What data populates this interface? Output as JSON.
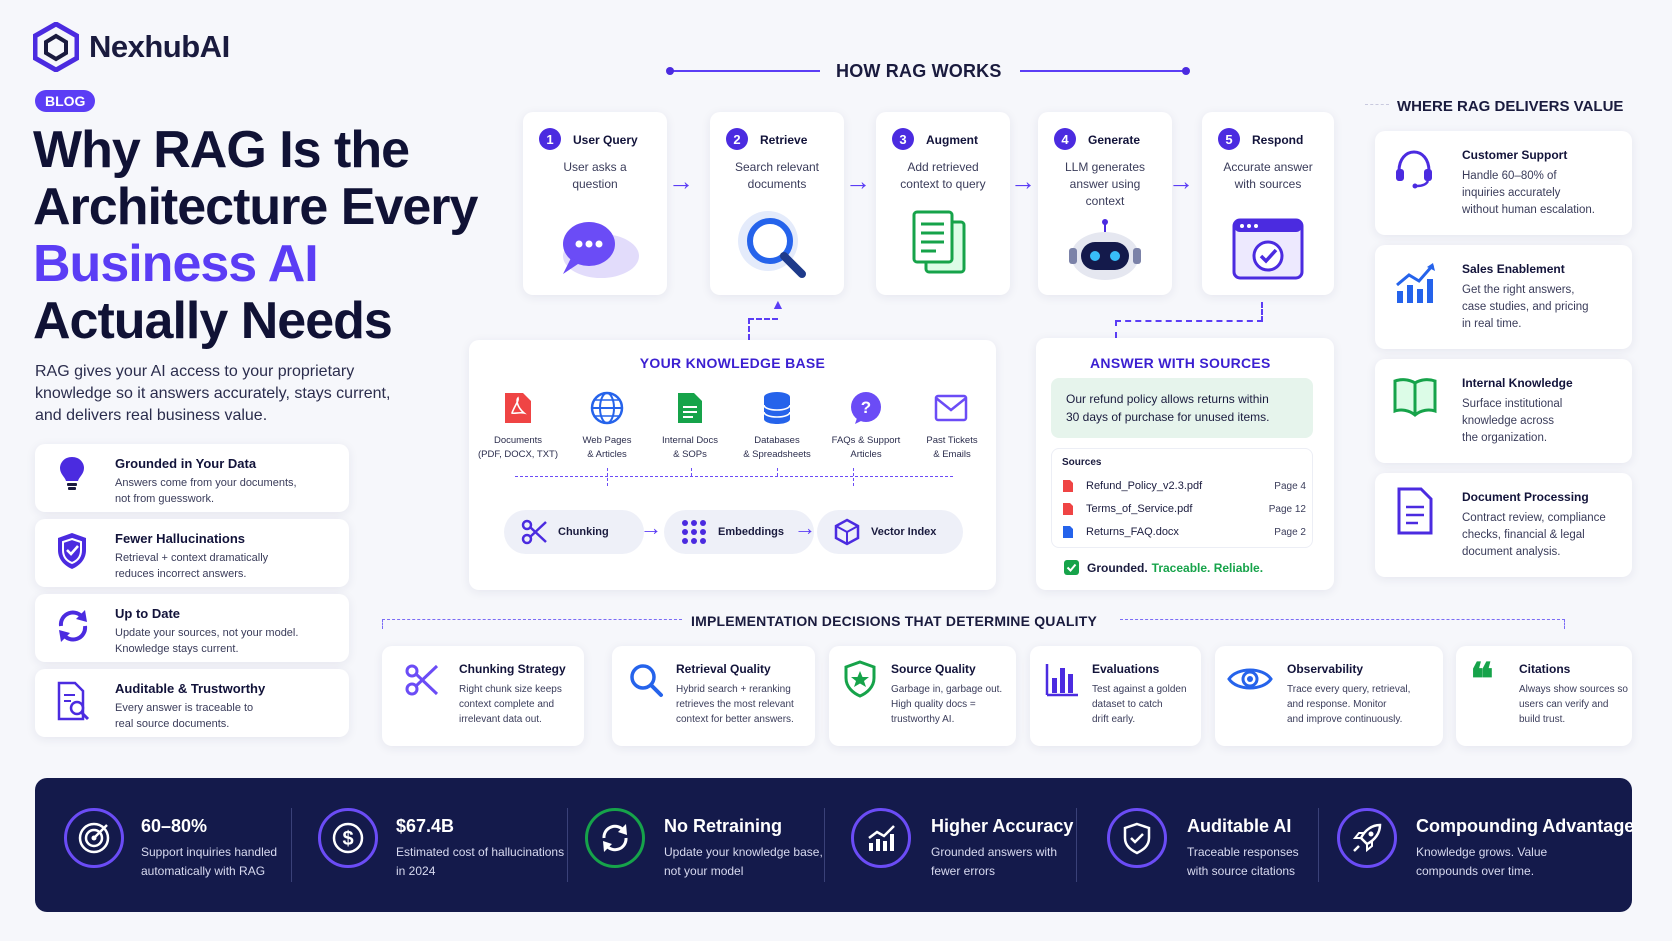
{
  "brand": {
    "name": "NexhubAI"
  },
  "badge": "BLOG",
  "hero": {
    "line1": "Why RAG Is the",
    "line2": "Architecture Every",
    "line3": "Business AI",
    "line4": "Actually Needs"
  },
  "intro": "RAG gives your AI access to your proprietary knowledge so it answers accurately, stays current, and delivers real business value.",
  "features": [
    {
      "title": "Grounded in Your Data",
      "desc1": "Answers come from your documents,",
      "desc2": "not from guesswork.",
      "icon": "lightbulb-icon"
    },
    {
      "title": "Fewer Hallucinations",
      "desc1": "Retrieval + context dramatically",
      "desc2": "reduces incorrect answers.",
      "icon": "shield-icon"
    },
    {
      "title": "Up to Date",
      "desc1": "Update your sources, not your model.",
      "desc2": "Knowledge stays current.",
      "icon": "refresh-icon"
    },
    {
      "title": "Auditable & Trustworthy",
      "desc1": "Every answer is traceable to",
      "desc2": "real source documents.",
      "icon": "document-search-icon"
    }
  ],
  "how": {
    "title": "HOW RAG WORKS",
    "steps": [
      {
        "num": "1",
        "title": "User Query",
        "desc1": "User asks a",
        "desc2": "question",
        "desc3": ""
      },
      {
        "num": "2",
        "title": "Retrieve",
        "desc1": "Search relevant",
        "desc2": "documents",
        "desc3": ""
      },
      {
        "num": "3",
        "title": "Augment",
        "desc1": "Add retrieved",
        "desc2": "context to query",
        "desc3": ""
      },
      {
        "num": "4",
        "title": "Generate",
        "desc1": "LLM generates",
        "desc2": "answer using",
        "desc3": "context"
      },
      {
        "num": "5",
        "title": "Respond",
        "desc1": "Accurate answer",
        "desc2": "with sources",
        "desc3": ""
      }
    ]
  },
  "kb": {
    "title": "YOUR KNOWLEDGE BASE",
    "sources": [
      {
        "l1": "Documents",
        "l2": "(PDF, DOCX, TXT)"
      },
      {
        "l1": "Web Pages",
        "l2": "& Articles"
      },
      {
        "l1": "Internal Docs",
        "l2": "& SOPs"
      },
      {
        "l1": "Databases",
        "l2": "& Spreadsheets"
      },
      {
        "l1": "FAQs & Support",
        "l2": "Articles"
      },
      {
        "l1": "Past Tickets",
        "l2": "& Emails"
      }
    ],
    "pipeline": [
      "Chunking",
      "Embeddings",
      "Vector Index"
    ]
  },
  "answer": {
    "title": "ANSWER WITH SOURCES",
    "text1": "Our refund policy allows returns within",
    "text2": "30 days of purchase for unused items.",
    "sources_label": "Sources",
    "sources": [
      {
        "file": "Refund_Policy_v2.3.pdf",
        "page": "Page 4"
      },
      {
        "file": "Terms_of_Service.pdf",
        "page": "Page 12"
      },
      {
        "file": "Returns_FAQ.docx",
        "page": "Page 2"
      }
    ],
    "footer_a": "Grounded.",
    "footer_b": "Traceable. Reliable."
  },
  "value": {
    "title": "WHERE RAG DELIVERS VALUE",
    "items": [
      {
        "title": "Customer Support",
        "d1": "Handle 60–80% of",
        "d2": "inquiries accurately",
        "d3": "without human escalation."
      },
      {
        "title": "Sales Enablement",
        "d1": "Get the right answers,",
        "d2": "case studies, and pricing",
        "d3": "in real time."
      },
      {
        "title": "Internal Knowledge",
        "d1": "Surface institutional",
        "d2": "knowledge across",
        "d3": "the organization."
      },
      {
        "title": "Document Processing",
        "d1": "Contract review, compliance",
        "d2": "checks, financial & legal",
        "d3": "document analysis."
      }
    ]
  },
  "decisions": {
    "title": "IMPLEMENTATION DECISIONS THAT DETERMINE QUALITY",
    "items": [
      {
        "title": "Chunking Strategy",
        "d1": "Right chunk size keeps",
        "d2": "context complete and",
        "d3": "irrelevant data out."
      },
      {
        "title": "Retrieval Quality",
        "d1": "Hybrid search + reranking",
        "d2": "retrieves the most relevant",
        "d3": "context for better answers."
      },
      {
        "title": "Source Quality",
        "d1": "Garbage in, garbage out.",
        "d2": "High quality docs =",
        "d3": "trustworthy AI."
      },
      {
        "title": "Evaluations",
        "d1": "Test against a golden",
        "d2": "dataset to catch",
        "d3": "drift early."
      },
      {
        "title": "Observability",
        "d1": "Trace every query, retrieval,",
        "d2": "and response. Monitor",
        "d3": "and improve continuously."
      },
      {
        "title": "Citations",
        "d1": "Always show sources so",
        "d2": "users can verify and",
        "d3": "build trust."
      }
    ]
  },
  "stats": [
    {
      "title": "60–80%",
      "d1": "Support inquiries handled",
      "d2": "automatically with RAG"
    },
    {
      "title": "$67.4B",
      "d1": "Estimated cost of hallucinations",
      "d2": "in 2024"
    },
    {
      "title": "No Retraining",
      "d1": "Update your knowledge base,",
      "d2": "not your model"
    },
    {
      "title": "Higher Accuracy",
      "d1": "Grounded answers with",
      "d2": "fewer errors"
    },
    {
      "title": "Auditable AI",
      "d1": "Traceable responses",
      "d2": "with source citations"
    },
    {
      "title": "Compounding Advantage",
      "d1": "Knowledge grows. Value",
      "d2": "compounds over time."
    }
  ],
  "colors": {
    "accent": "#5b3df5",
    "navy": "#141a4b",
    "green": "#16a34a"
  }
}
